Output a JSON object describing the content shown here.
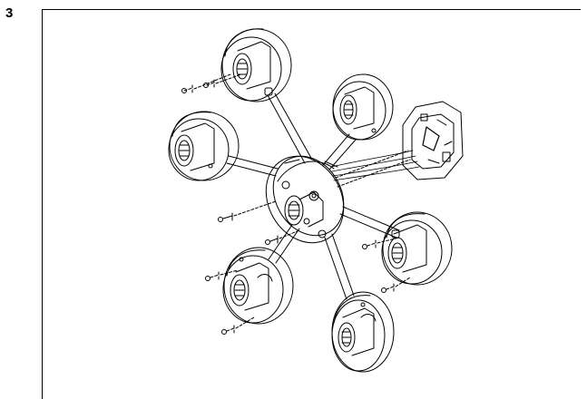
{
  "step": {
    "number": "3"
  },
  "illustration": {
    "subject": "assembly-exploded-view",
    "parts": [
      "hub",
      "arm",
      "cup",
      "socket",
      "screw",
      "canopy",
      "wire-bundle"
    ],
    "line_color": "#000000",
    "background": "#ffffff"
  }
}
